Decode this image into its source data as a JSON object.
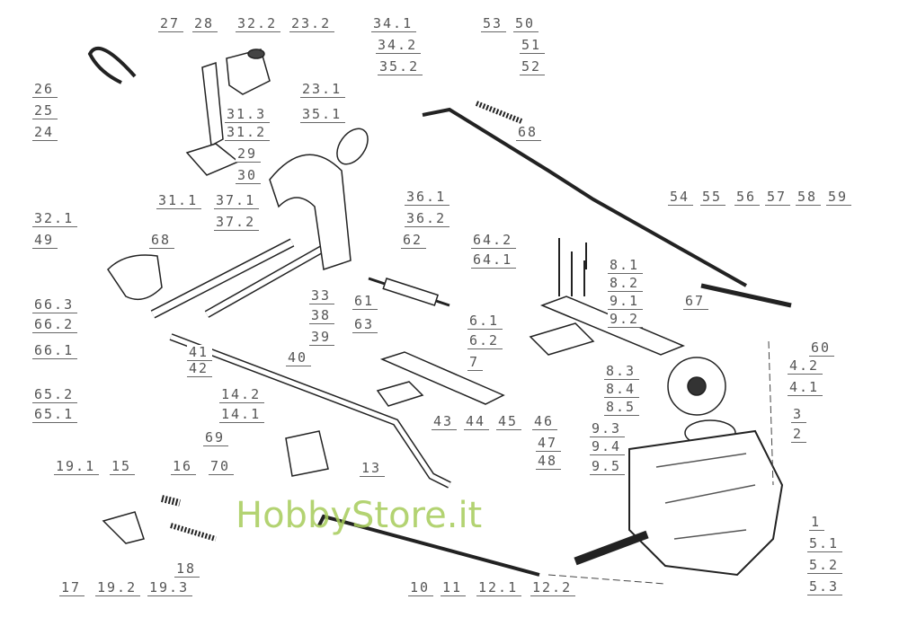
{
  "watermark": "HobbyStore.it",
  "labels": [
    "27",
    "28",
    "32.2",
    "23.2",
    "34.1",
    "53",
    "50",
    "26",
    "34.2",
    "51",
    "25",
    "35.2",
    "23.1",
    "52",
    "24",
    "31.3",
    "35.1",
    "68",
    "31.2",
    "29",
    "30",
    "32.1",
    "31.1",
    "37.1",
    "36.1",
    "54",
    "55",
    "56",
    "57",
    "58",
    "59",
    "36.2",
    "37.2",
    "68",
    "49",
    "62",
    "64.2",
    "64.1",
    "8.1",
    "8.2",
    "33",
    "61",
    "9.1",
    "67",
    "66.3",
    "6.1",
    "9.2",
    "38",
    "63",
    "66.2",
    "39",
    "6.2",
    "40",
    "66.1",
    "41",
    "42",
    "7",
    "60",
    "4.2",
    "4.1",
    "8.3",
    "8.4",
    "8.5",
    "65.2",
    "14.2",
    "3",
    "65.1",
    "14.1",
    "9.3",
    "9.4",
    "9.5",
    "2",
    "69",
    "43",
    "44",
    "45",
    "46",
    "47",
    "48",
    "70",
    "13",
    "19.1",
    "15",
    "16",
    "1",
    "5.1",
    "5.2",
    "18",
    "5.3",
    "17",
    "19.2",
    "19.3",
    "10",
    "11",
    "12.1",
    "12.2"
  ]
}
